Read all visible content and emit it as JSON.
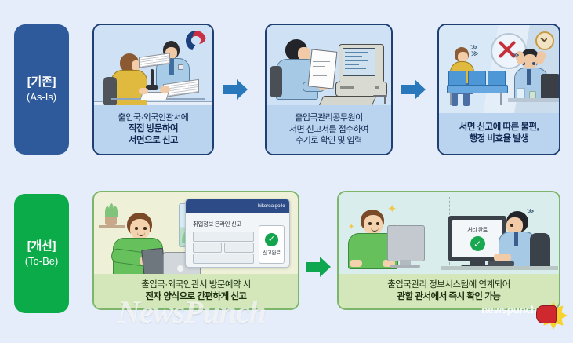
{
  "meta": {
    "language": "ko",
    "background_color": "#e4edf9"
  },
  "rows": {
    "as_is": {
      "label_main": "[기존]",
      "label_sub": "(As-Is)",
      "label_color": "#2e5a9c"
    },
    "to_be": {
      "label_main": "[개선]",
      "label_sub": "(To-Be)",
      "label_color": "#0bab4a"
    }
  },
  "as_is_panels": [
    {
      "id": "visit-office",
      "caption_lines": [
        "출입국·외국인관서에",
        "직접 방문하여",
        "서면으로 신고"
      ],
      "scene": {
        "emblem": "korea-government-emblem",
        "description": "민원인과 출입국 공무원이 창구에서 서류로 상담"
      }
    },
    {
      "id": "manual-entry",
      "caption_lines": [
        "출입국관리공무원이",
        "서면 신고서를 접수하여",
        "수기로 확인 및 입력"
      ],
      "scene": {
        "description": "공무원이 서면 신고서를 보며 구형 컴퓨터에 수기 입력"
      }
    },
    {
      "id": "inconvenience",
      "caption_lines": [
        "서면 신고에 따른 불편,",
        "행정 비효율 발생"
      ],
      "scene": {
        "mark": "red-x",
        "description": "대기 중인 민원인과 업무 과중으로 힘들어하는 공무원, 벽시계"
      }
    }
  ],
  "to_be_panels": [
    {
      "id": "online-filing",
      "caption_lines": [
        "출입국·외국인관서 방문예약 시",
        "전자 양식으로 간편하게 신고"
      ],
      "window": {
        "url_label": "hikorea.go.kr",
        "form_title": "취업정보 온라인 신고",
        "complete_label": "신고완료",
        "complete_icon": "green-check-icon",
        "field_count": 4
      },
      "scene": {
        "description": "집에서 태블릿과 노트북으로 온라인 신고하는 이용자"
      }
    },
    {
      "id": "system-linked",
      "caption_lines": [
        "출입국관리 정보시스템에 연계되어",
        "관할 관서에서 즉시 확인 가능"
      ],
      "monitor": {
        "status_label": "처리 완료",
        "status_icon": "green-check-icon"
      },
      "scene": {
        "description": "신고자와 관서 담당자가 시스템으로 즉시 연계 확인"
      }
    }
  ],
  "arrows": [
    {
      "id": "arrow-1",
      "direction": "right",
      "color": "#2878bb"
    },
    {
      "id": "arrow-2",
      "direction": "right",
      "color": "#2878bb"
    },
    {
      "id": "arrow-3",
      "direction": "right",
      "color": "#0ea750"
    }
  ],
  "watermark": {
    "primary": "NewsPunch",
    "secondary": "newspunch",
    "logo": "punch-fist-starburst-logo"
  }
}
